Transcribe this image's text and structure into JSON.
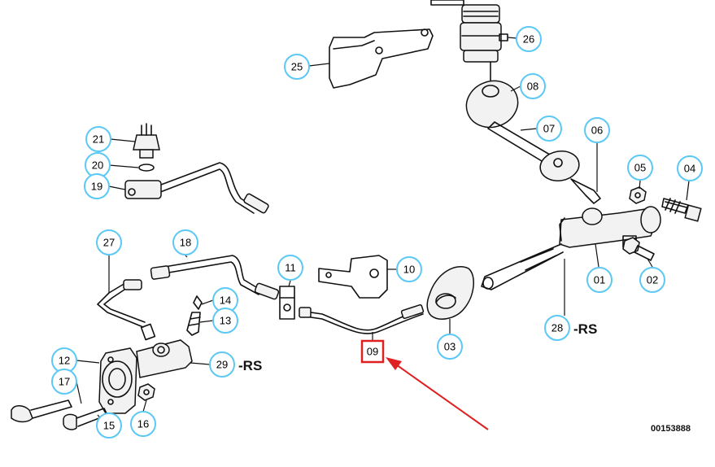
{
  "callouts": [
    "01",
    "02",
    "03",
    "04",
    "05",
    "06",
    "07",
    "08",
    "09",
    "10",
    "11",
    "12",
    "13",
    "14",
    "15",
    "16",
    "17",
    "18",
    "19",
    "20",
    "21",
    "25",
    "26",
    "27",
    "28",
    "29"
  ],
  "suffix_rs": "-RS",
  "reference_number": "00153888",
  "colors": {
    "callout_ring": "#5bc8f5",
    "highlight_box": "#e02020",
    "arrow": "#e02020",
    "line": "#111111"
  },
  "highlighted_callout": "09"
}
